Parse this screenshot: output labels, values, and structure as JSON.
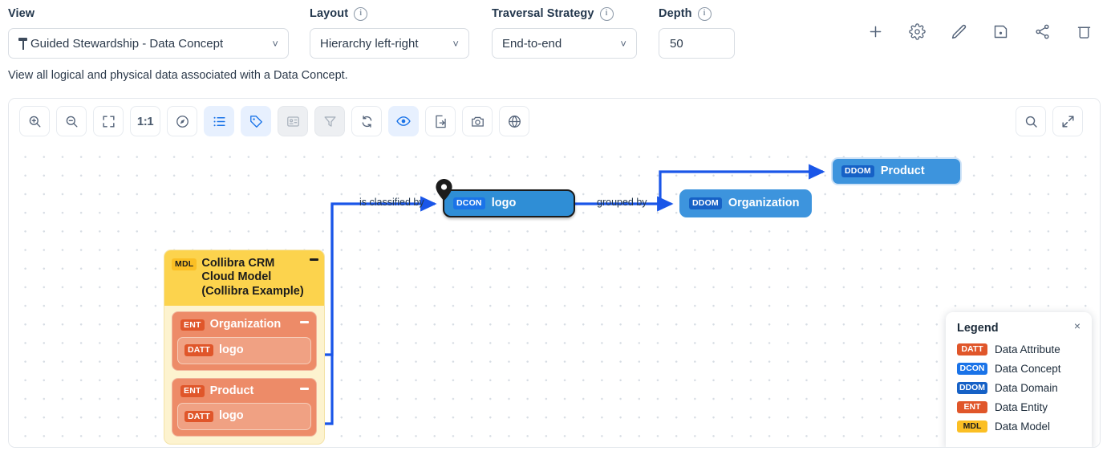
{
  "controls": {
    "view": {
      "label": "View",
      "value": "Guided Stewardship - Data Concept",
      "icon": "pin-icon",
      "chevron": "˅"
    },
    "layout": {
      "label": "Layout",
      "value": "Hierarchy left-right",
      "info": "i",
      "chevron": "˅"
    },
    "traversal": {
      "label": "Traversal Strategy",
      "value": "End-to-end",
      "info": "i",
      "chevron": "˅"
    },
    "depth": {
      "label": "Depth",
      "value": "50",
      "info": "i"
    },
    "subtitle": "View all logical and physical data associated with a Data Concept."
  },
  "top_actions": [
    {
      "name": "add-button",
      "icon": "plus-icon"
    },
    {
      "name": "settings-button",
      "icon": "gear-icon"
    },
    {
      "name": "edit-button",
      "icon": "pencil-icon"
    },
    {
      "name": "save-button",
      "icon": "save-icon"
    },
    {
      "name": "share-button",
      "icon": "share-icon"
    },
    {
      "name": "delete-button",
      "icon": "trash-icon"
    }
  ],
  "toolbar": {
    "left": [
      {
        "name": "zoom-in-button",
        "icon": "zoom-in-icon",
        "state": "normal"
      },
      {
        "name": "zoom-out-button",
        "icon": "zoom-out-icon",
        "state": "normal"
      },
      {
        "name": "fit-to-screen-button",
        "icon": "fit-screen-icon",
        "state": "normal"
      },
      {
        "name": "actual-size-button",
        "icon": "one-to-one-icon",
        "state": "normal",
        "text": "1:1"
      },
      {
        "name": "navigator-button",
        "icon": "compass-icon",
        "state": "normal"
      },
      {
        "name": "legend-toggle-button",
        "icon": "list-icon",
        "state": "active"
      },
      {
        "name": "labels-toggle-button",
        "icon": "tag-icon",
        "state": "active"
      },
      {
        "name": "node-details-button",
        "icon": "card-icon",
        "state": "disabled"
      },
      {
        "name": "filter-button",
        "icon": "filter-icon",
        "state": "disabled"
      },
      {
        "name": "refresh-button",
        "icon": "refresh-icon",
        "state": "normal"
      },
      {
        "name": "visibility-button",
        "icon": "eye-icon",
        "state": "active"
      },
      {
        "name": "export-button",
        "icon": "export-icon",
        "state": "normal"
      },
      {
        "name": "screenshot-button",
        "icon": "camera-icon",
        "state": "normal"
      },
      {
        "name": "globe-button",
        "icon": "globe-icon",
        "state": "normal"
      }
    ],
    "right": [
      {
        "name": "search-button",
        "icon": "search-icon",
        "state": "normal"
      },
      {
        "name": "fullscreen-button",
        "icon": "expand-arrows-icon",
        "state": "normal"
      }
    ]
  },
  "graph": {
    "model_node": {
      "badge": "MDL",
      "title": "Collibra CRM Cloud Model (Collibra Example)",
      "entities": [
        {
          "badge": "ENT",
          "title": "Organization",
          "attribute": {
            "badge": "DATT",
            "title": "logo"
          }
        },
        {
          "badge": "ENT",
          "title": "Product",
          "attribute": {
            "badge": "DATT",
            "title": "logo"
          }
        }
      ]
    },
    "concept_node": {
      "badge": "DCON",
      "title": "logo"
    },
    "domain_nodes": [
      {
        "badge": "DDOM",
        "title": "Product"
      },
      {
        "badge": "DDOM",
        "title": "Organization"
      }
    ],
    "edge_labels": {
      "classified_by": "is classified by",
      "grouped_by": "grouped by"
    },
    "edge_color": "#1a56e8"
  },
  "legend": {
    "title": "Legend",
    "close": "×",
    "items": [
      {
        "code": "DATT",
        "label": "Data Attribute",
        "color": "#e0562a"
      },
      {
        "code": "DCON",
        "label": "Data Concept",
        "color": "#1a73e8"
      },
      {
        "code": "DDOM",
        "label": "Data Domain",
        "color": "#1661c6"
      },
      {
        "code": "ENT",
        "label": "Data Entity",
        "color": "#e0562a"
      },
      {
        "code": "MDL",
        "label": "Data Model",
        "color": "#fbbf24"
      }
    ]
  }
}
